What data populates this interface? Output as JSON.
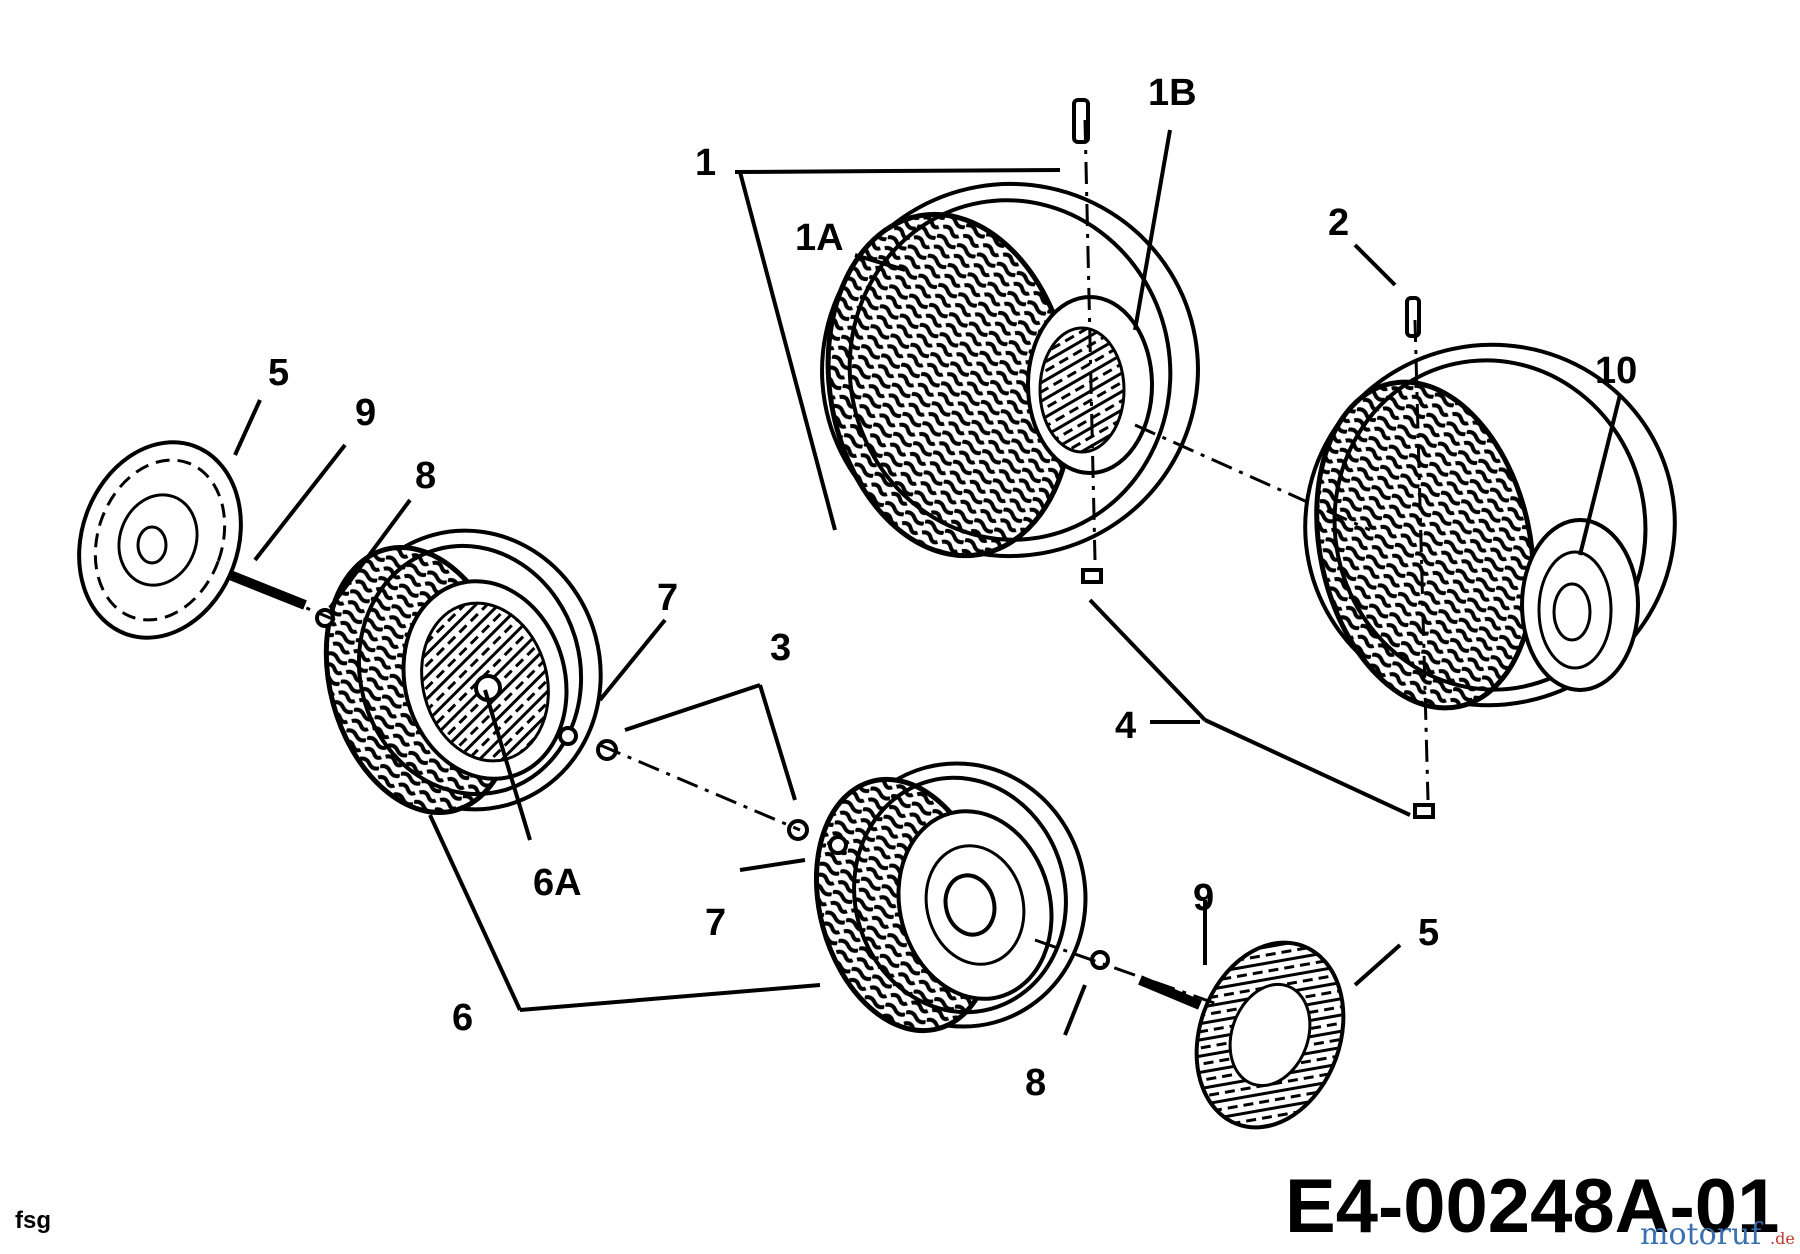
{
  "callouts": {
    "c1": "1",
    "c1a": "1A",
    "c1b": "1B",
    "c2": "2",
    "c3": "3",
    "c4": "4",
    "c5a": "5",
    "c5b": "5",
    "c6": "6",
    "c6a": "6A",
    "c7a": "7",
    "c7b": "7",
    "c8a": "8",
    "c8b": "8",
    "c9a": "9",
    "c9b": "9",
    "c10": "10"
  },
  "footer": {
    "code": "E4-00248A-01",
    "small": "fsg",
    "watermark": "motoruf",
    "watermark_tld": ".de"
  },
  "colors": {
    "ink": "#000000",
    "paper": "#ffffff",
    "wm_blue": "#3a6fb0",
    "wm_red": "#c0392b"
  }
}
